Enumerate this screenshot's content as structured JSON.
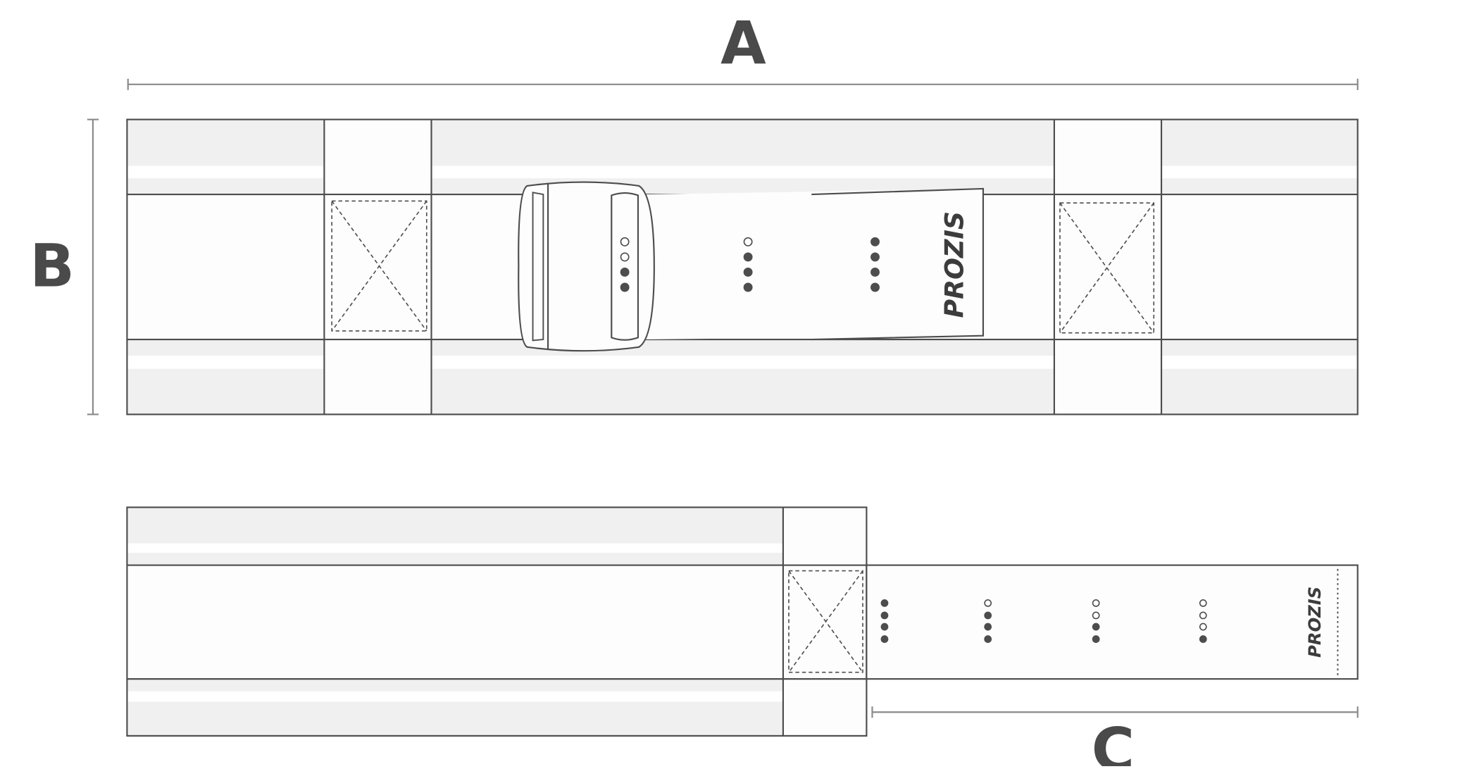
{
  "dimensions": {
    "a_label": "A",
    "b_label": "B",
    "c_label": "C"
  },
  "brand_text": "PROZIS",
  "colors": {
    "outline": "#4d4d4d",
    "fill_light": "#f0f0f0",
    "fill_white": "#fdfdfd",
    "dimension_line": "#8a8a8a",
    "label": "#4a4a4a"
  },
  "strap_top": {
    "hole_columns": [
      [
        "open",
        "open",
        "filled",
        "filled"
      ],
      [
        "open",
        "filled",
        "filled",
        "filled"
      ],
      [
        "filled",
        "filled",
        "filled",
        "filled"
      ]
    ]
  },
  "strap_bottom": {
    "hole_columns": [
      [
        "filled",
        "filled",
        "filled",
        "filled"
      ],
      [
        "open",
        "filled",
        "filled",
        "filled"
      ],
      [
        "open",
        "open",
        "filled",
        "filled"
      ],
      [
        "open",
        "open",
        "open",
        "filled"
      ]
    ]
  }
}
